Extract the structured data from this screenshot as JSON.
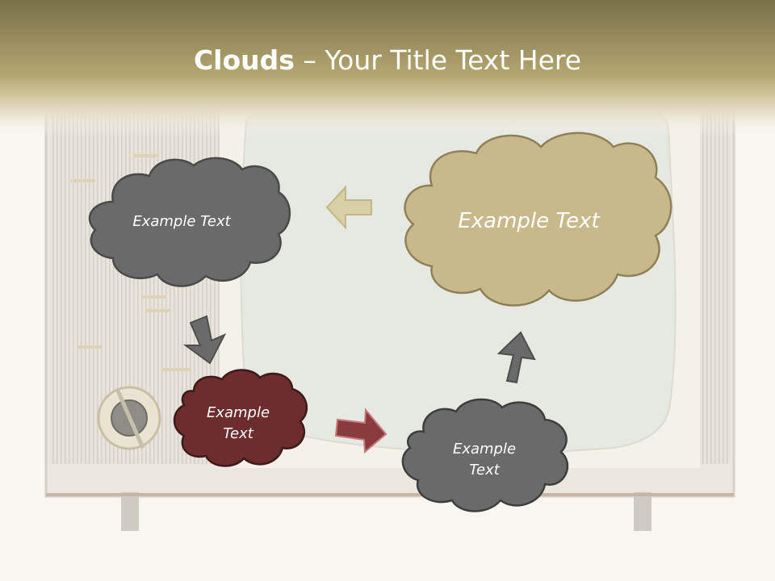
{
  "title": {
    "bold": "Clouds",
    "separator": " – ",
    "rest": "Your Title Text Here"
  },
  "clouds": [
    {
      "id": "top-left",
      "text": "Example Text",
      "color": "#6a6a6a"
    },
    {
      "id": "top-right",
      "text": "Example Text",
      "color": "#c7b98b"
    },
    {
      "id": "bottom-left",
      "lines": [
        "Example",
        "Text"
      ],
      "color": "#6e2d2d"
    },
    {
      "id": "bottom-right",
      "lines": [
        "Example",
        "Text"
      ],
      "color": "#6a6a6a"
    }
  ],
  "colors": {
    "header": "#b3a66f",
    "tv_screen": "#e6e8e2",
    "arrow_tan": "#d9cfa5",
    "arrow_gray": "#6a6a6a",
    "arrow_red": "#8a3c3c"
  }
}
